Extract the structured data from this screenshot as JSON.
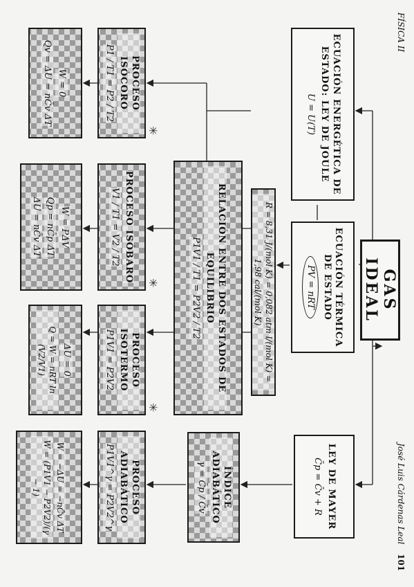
{
  "header": {
    "left": "FÍSICA II",
    "right": "José Luis Cárdenas Leal",
    "page": "101"
  },
  "hub": {
    "title": "GAS IDEAL"
  },
  "energy": {
    "title": "ECUACIÓN ENERGÉTICA DE ESTADO: LEY DE JOULE",
    "formula": "U = U(T)"
  },
  "thermal": {
    "title": "ECUACIÓN TÉRMICA DE ESTADO",
    "formula": "PV = nRT"
  },
  "mayer": {
    "title": "LEY DE MAYER",
    "formula": "C̄p = C̄v + R"
  },
  "rconst": {
    "formula": "R = 8,31 J/(mol K) = 0,082 atm l/(mol K) = 1,98 cal/(mol K)"
  },
  "relation": {
    "title": "RELACIÓN ENTRE DOS ESTADOS DE EQUILIBRIO",
    "formula": "P1V1 / T1 = P2V2 / T2"
  },
  "adiabatic_index": {
    "title": "ÍNDICE ADIABÁTICO",
    "formula": "γ = C̄p / C̄v"
  },
  "isochoric": {
    "title": "PROCESO ISÓCORO",
    "formula": "P1 / T1 = P2 / T2"
  },
  "isobaric": {
    "title": "PROCESO ISÓBARO",
    "formula": "V1 / T1 = V2 / T2"
  },
  "isothermal": {
    "title": "PROCESO ISOTERMO",
    "formula": "P1V1 = P2V2"
  },
  "adiabatic": {
    "title": "PROCESO ADIABÁTICO",
    "formula": "P1V1^γ = P2V2^γ"
  },
  "isochoric_result": {
    "l1": "W = 0",
    "l2": "Qv = ΔU = nC̄v ΔT"
  },
  "isobaric_result": {
    "l1": "W = PΔV",
    "l2": "Qp = nC̄p ΔT",
    "l3": "ΔU = nC̄v ΔT"
  },
  "isothermal_result": {
    "l1": "ΔU = 0",
    "l2": "Q = W = nRT ln (V2/V1)"
  },
  "adiabatic_result": {
    "l1": "W = −ΔU = −nC̄v ΔT",
    "l2": "W = (P1V1 − P2V2)/(γ − 1)"
  }
}
